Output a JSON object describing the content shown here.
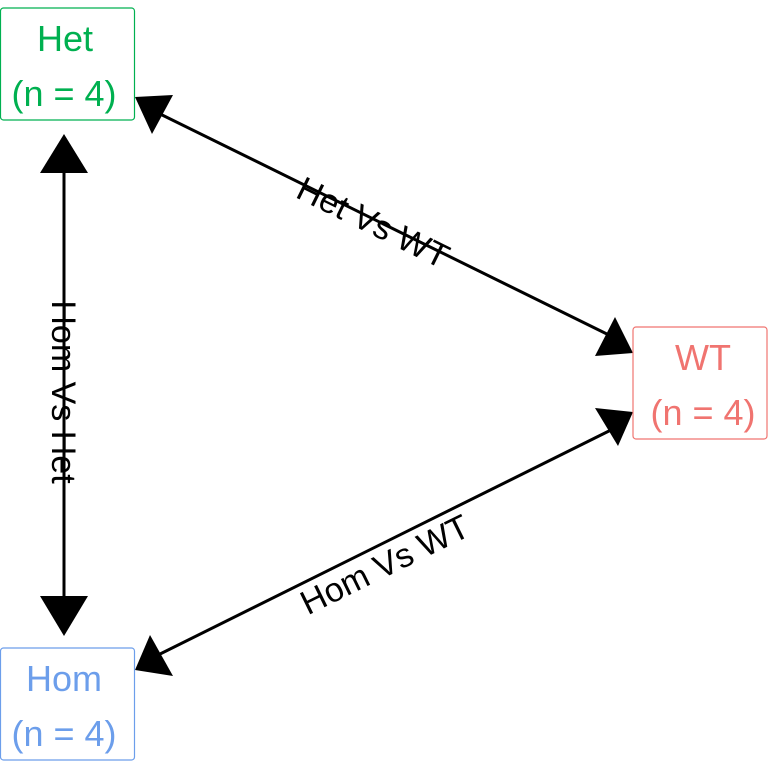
{
  "nodes": {
    "het": {
      "name": "Het",
      "count": "(n = 4)",
      "color": "#00B050"
    },
    "wt": {
      "name": "WT",
      "count": "(n = 4)",
      "color": "#F07470"
    },
    "hom": {
      "name": "Hom",
      "count": "(n = 4)",
      "color": "#6C9EEB"
    }
  },
  "edges": {
    "het_wt": {
      "label": "Het Vs WT"
    },
    "hom_wt": {
      "label": "Hom Vs WT"
    },
    "hom_het": {
      "label": "Hom Vs Het"
    }
  },
  "arrow_color": "#000000"
}
